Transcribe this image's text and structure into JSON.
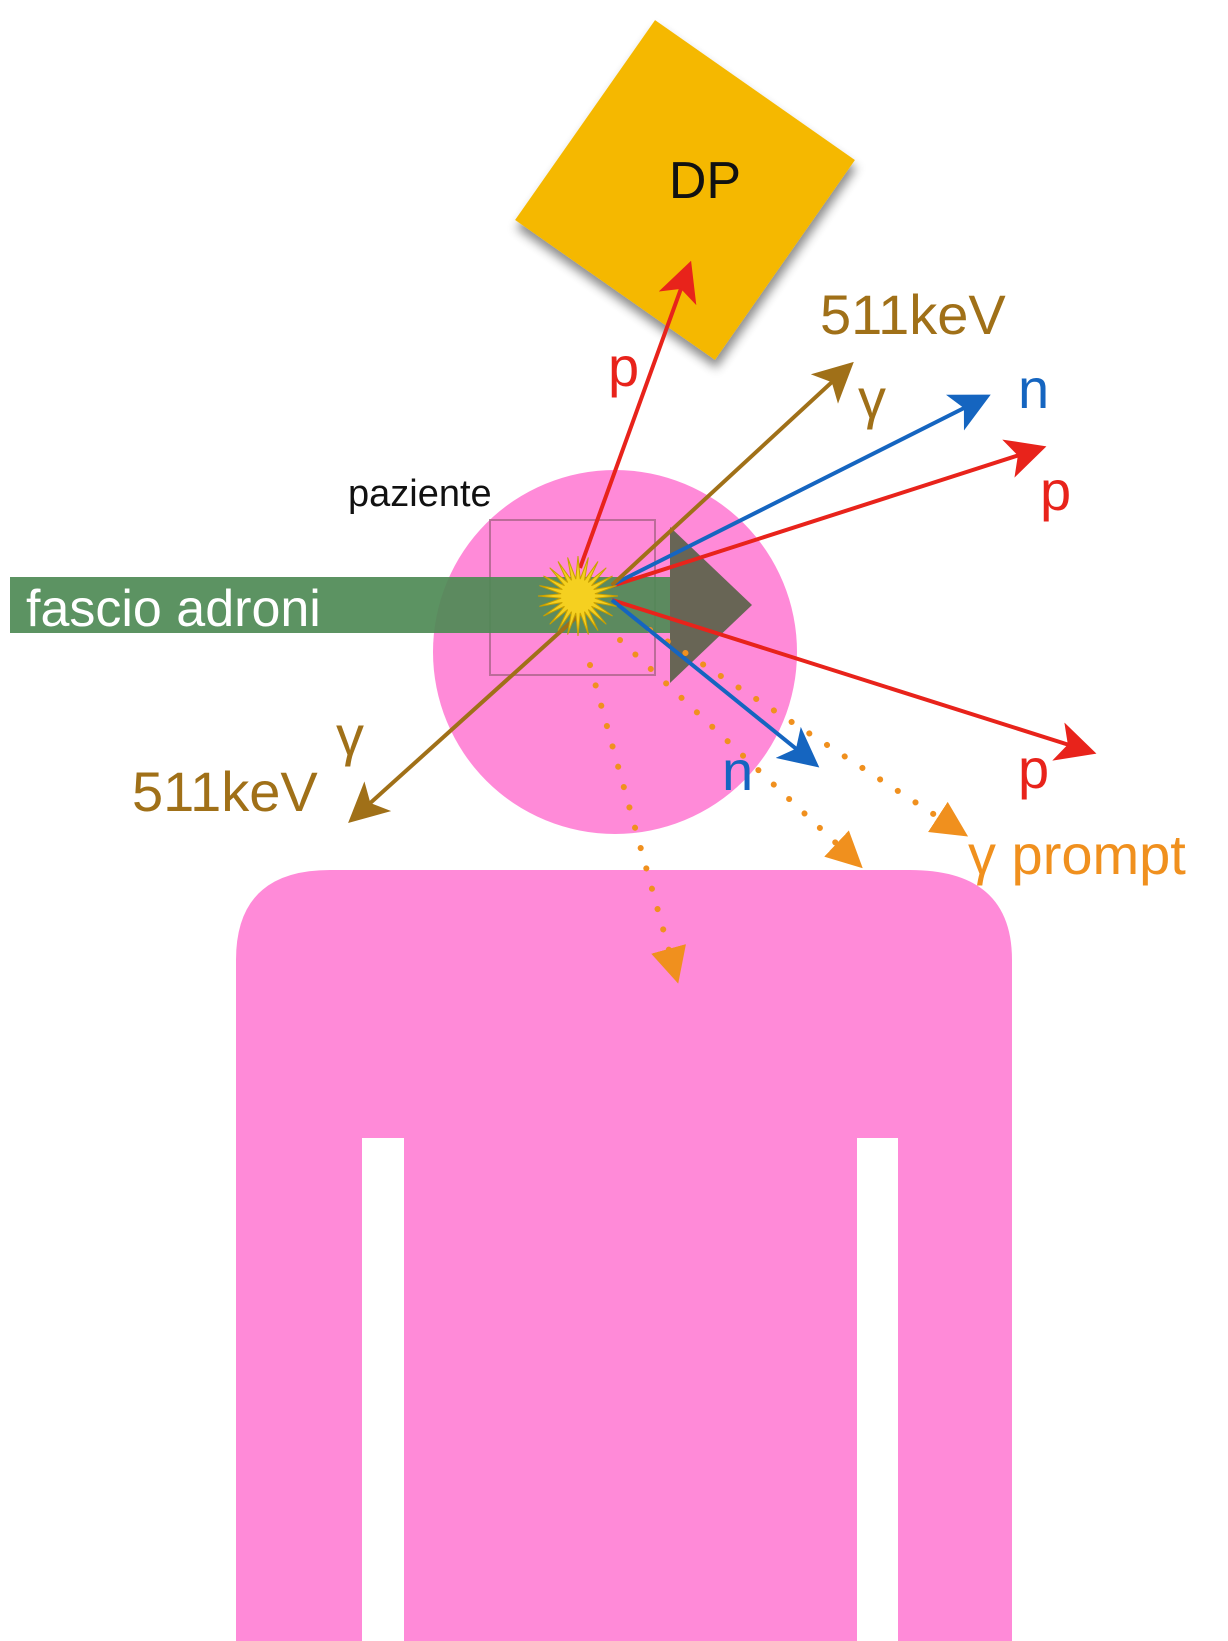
{
  "detector": {
    "label": "DP",
    "fill": "#F5B800"
  },
  "patient": {
    "label": "paziente",
    "body_color": "#FF8AD8"
  },
  "beam": {
    "label": "fascio adroni",
    "color": "#4E8A55"
  },
  "labels": {
    "gamma_511_upper_energy": "511keV",
    "gamma_511_upper_symbol": "γ",
    "gamma_511_lower_energy": "511keV",
    "gamma_511_lower_symbol": "γ",
    "neutron_upper": "n",
    "neutron_lower": "n",
    "proton_to_detector": "p",
    "proton_upper_right": "p",
    "proton_lower_right": "p",
    "prompt_gamma": "γ prompt"
  },
  "colors": {
    "proton": "#E8231B",
    "neutron": "#1565C0",
    "gamma_511": "#A07018",
    "prompt_gamma": "#F0901E",
    "vertex": "#F5D020"
  }
}
